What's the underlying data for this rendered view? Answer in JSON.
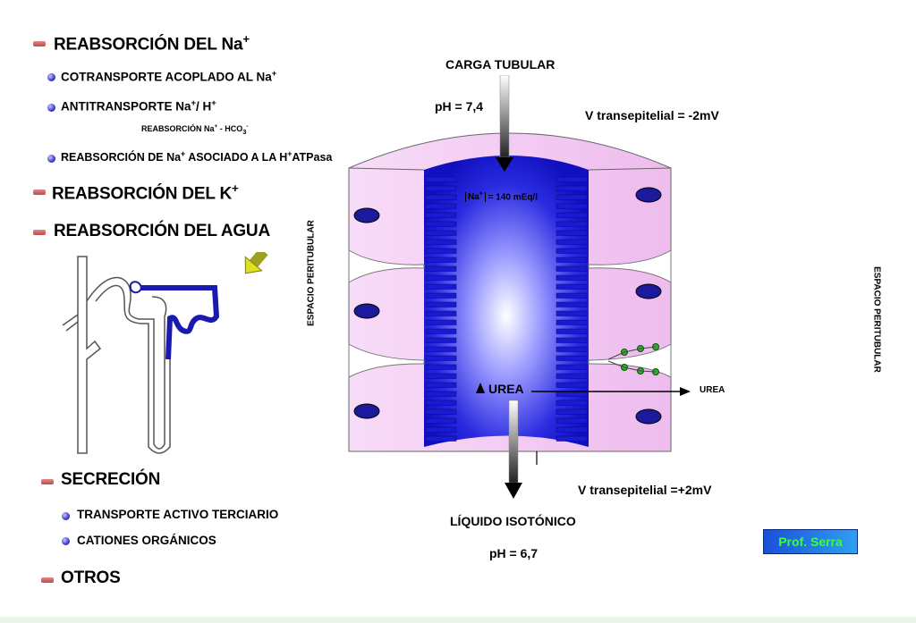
{
  "list": {
    "reab_na": "REABSORCIÓN DEL Na",
    "reab_na_sup": "+",
    "cotransporte": "COTRANSPORTE ACOPLADO AL Na",
    "cotransporte_sup": "+",
    "antitransporte": "ANTITRANSPORTE Na",
    "antitransporte_sup1": "+",
    "antitransporte_mid": "/ H",
    "antitransporte_sup2": "+",
    "reab_hco3": "REABSORCIÓN Na",
    "reab_hco3_sup": "+",
    "reab_hco3_mid": "- HCO",
    "reab_hco3_sub": "3",
    "reab_hco3_sup2": "-",
    "reab_atpasa_a": "REABSORCIÓN DE Na",
    "reab_atpasa_sup1": "+",
    "reab_atpasa_b": "ASOCIADO A LA H",
    "reab_atpasa_sup2": "+",
    "reab_atpasa_c": "ATPasa",
    "reab_k": "REABSORCIÓN DEL K",
    "reab_k_sup": "+",
    "reab_agua": "REABSORCIÓN DEL AGUA",
    "secrecion": "SECRECIÓN",
    "transporte_terciario": "TRANSPORTE ACTIVO TERCIARIO",
    "cationes": "CATIONES ORGÁNICOS",
    "otros": "OTROS"
  },
  "diagram": {
    "carga_tubular": "CARGA TUBULAR",
    "ph_in": "pH = 7,4",
    "v_trans_top": "V transepitelial = -2mV",
    "espacio_left": "ESPACIO PERITUBULAR",
    "espacio_right": "ESPACIO PERITUBULAR",
    "na_conc_a": "Na",
    "na_conc_sup": "+",
    "na_conc_b": "= 140 mEq/l",
    "urea_inner": "UREA",
    "urea_outer": "UREA",
    "v_trans_bottom": "V transepitelial =+2mV",
    "liquido": "LÍQUIDO ISOTÓNICO",
    "ph_out": "pH = 6,7"
  },
  "footer": {
    "prof": "Prof. Serra"
  },
  "colors": {
    "lumen": "#1a1adc",
    "cell": "#f2c8f2",
    "bullet": "#c04848"
  }
}
